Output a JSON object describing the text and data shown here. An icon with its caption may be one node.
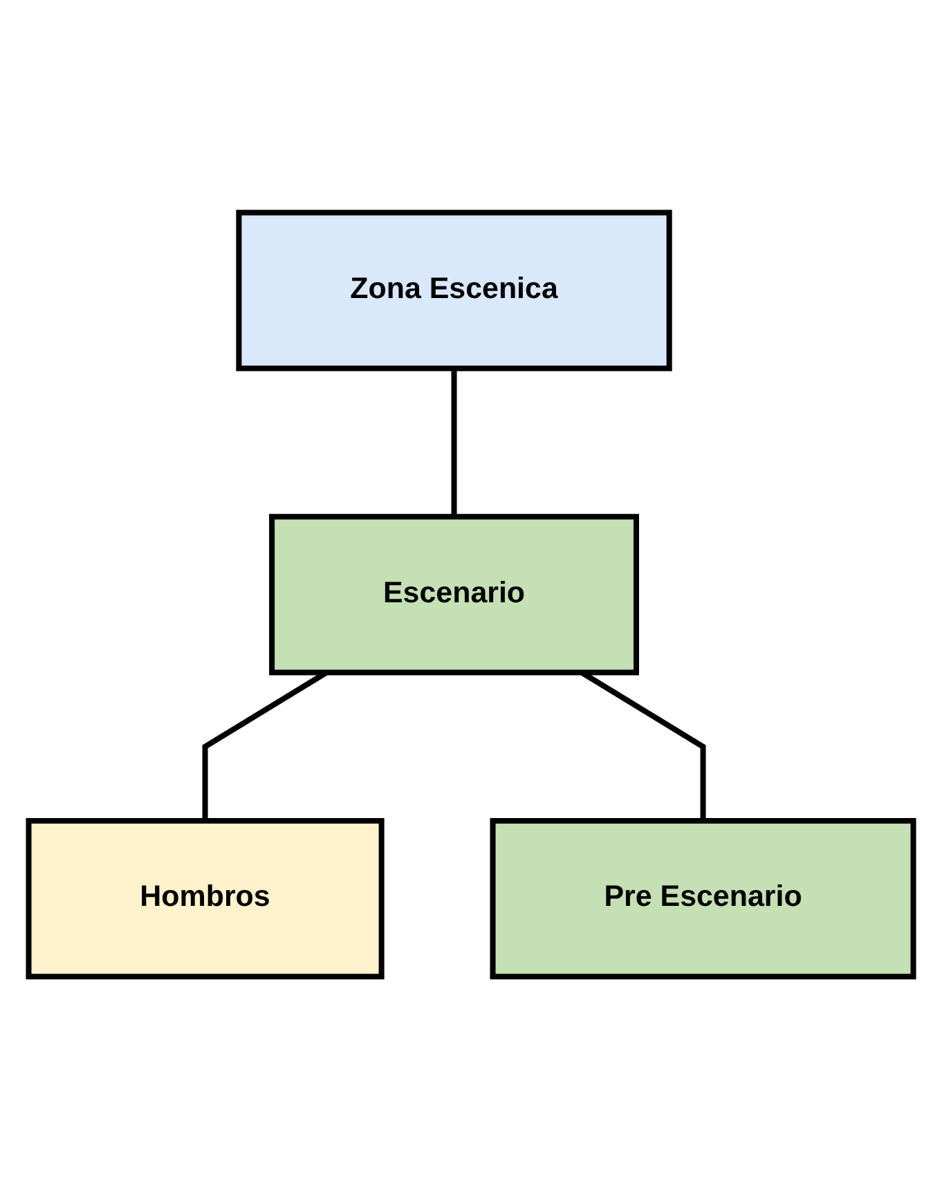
{
  "diagram": {
    "nodes": [
      {
        "text": [
          "Zona Escenica"
        ]
      },
      {
        "text": [
          "Escenario"
        ]
      },
      {
        "text": [
          "Hombros"
        ]
      },
      {
        "text": [
          "Pre Escenario"
        ]
      }
    ],
    "edges": [
      {
        "from": 0,
        "to": 1,
        "arrow": "none"
      },
      {
        "from": 1,
        "to": 2,
        "arrow": "none"
      },
      {
        "from": 1,
        "to": 3,
        "arrow": "none"
      }
    ]
  }
}
